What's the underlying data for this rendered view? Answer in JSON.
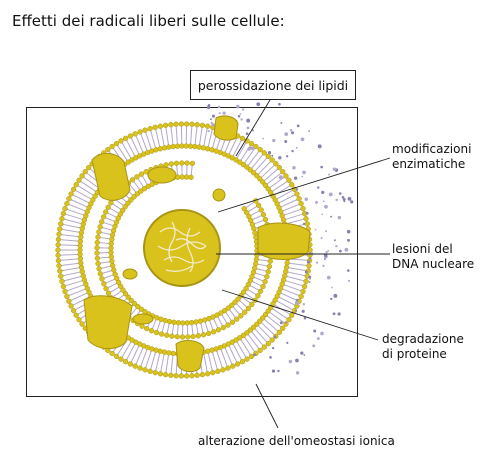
{
  "title": "Effetti dei radicali liberi sulle cellule:",
  "labels": {
    "lipid_peroxidation": "perossidazione dei lipidi",
    "enzymatic_modifications_line1": "modificazioni",
    "enzymatic_modifications_line2": "enzimatiche",
    "dna_damage_line1": "lesioni del",
    "dna_damage_line2": "DNA nucleare",
    "protein_degradation_line1": "degradazione",
    "protein_degradation_line2": "di proteine",
    "ionic_homeostasis": "alterazione dell'omeostasi ionica"
  },
  "colors": {
    "cell_yellow": "#d9c21c",
    "cell_yellow_dark": "#a89414",
    "membrane_purple": "#b2a8cc",
    "line": "#222222"
  }
}
